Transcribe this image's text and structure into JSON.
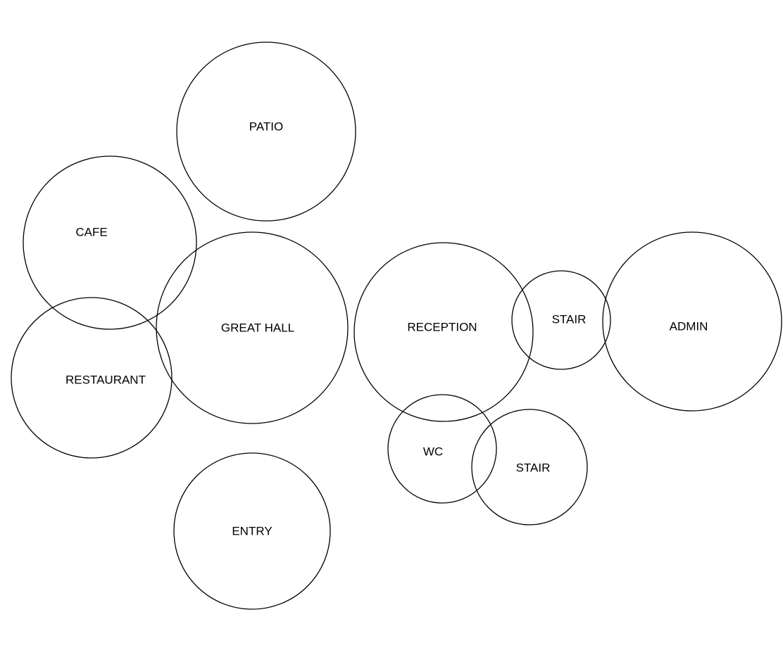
{
  "diagram": {
    "type": "bubble-adjacency-diagram",
    "line_color": "#000000",
    "background_color": "#ffffff",
    "rooms": [
      {
        "id": "patio",
        "label": "PATIO"
      },
      {
        "id": "cafe",
        "label": "CAFE"
      },
      {
        "id": "great-hall",
        "label": "GREAT HALL"
      },
      {
        "id": "restaurant",
        "label": "RESTAURANT"
      },
      {
        "id": "entry",
        "label": "ENTRY"
      },
      {
        "id": "reception",
        "label": "RECEPTION"
      },
      {
        "id": "stair-upper",
        "label": "STAIR"
      },
      {
        "id": "admin",
        "label": "ADMIN"
      },
      {
        "id": "wc",
        "label": "WC"
      },
      {
        "id": "stair-lower",
        "label": "STAIR"
      }
    ]
  }
}
